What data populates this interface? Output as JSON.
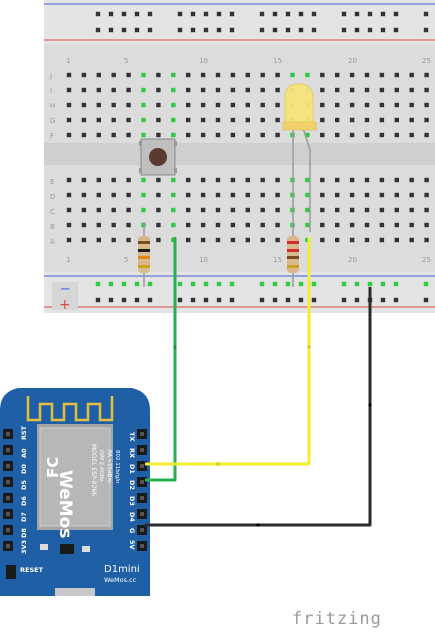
{
  "breadboard": {
    "column_labels": [
      "1",
      "5",
      "10",
      "15",
      "20",
      "25"
    ],
    "row_labels_top": [
      "J",
      "I",
      "H",
      "G",
      "F"
    ],
    "row_labels_bottom": [
      "E",
      "D",
      "C",
      "B",
      "A"
    ],
    "rail_minus": "−",
    "rail_plus": "+"
  },
  "board": {
    "pins_left": [
      "RST",
      "A0",
      "D0",
      "D5",
      "D6",
      "D7",
      "D8",
      "3V3"
    ],
    "pins_right": [
      "TX",
      "RX",
      "D1",
      "D2",
      "D3",
      "D4",
      "G",
      "5V"
    ],
    "module_brand": "WeMos",
    "module_model": "MODEL ESP-8266",
    "module_specs": [
      "ISM 2.4GHz",
      "PA +25dBm",
      "802.11b/g/n"
    ],
    "board_name": "D1mini",
    "board_site": "WeMos.cc",
    "reset_label": "RESET",
    "fc_mark": "FC"
  },
  "logo": {
    "text": "fritzing"
  },
  "colors": {
    "wire_green": "#22b14c",
    "wire_yellow": "#f2ee2a",
    "wire_black": "#2a2a2a",
    "board_blue": "#1f5fa6",
    "led_yellow": "#f8e27a"
  }
}
